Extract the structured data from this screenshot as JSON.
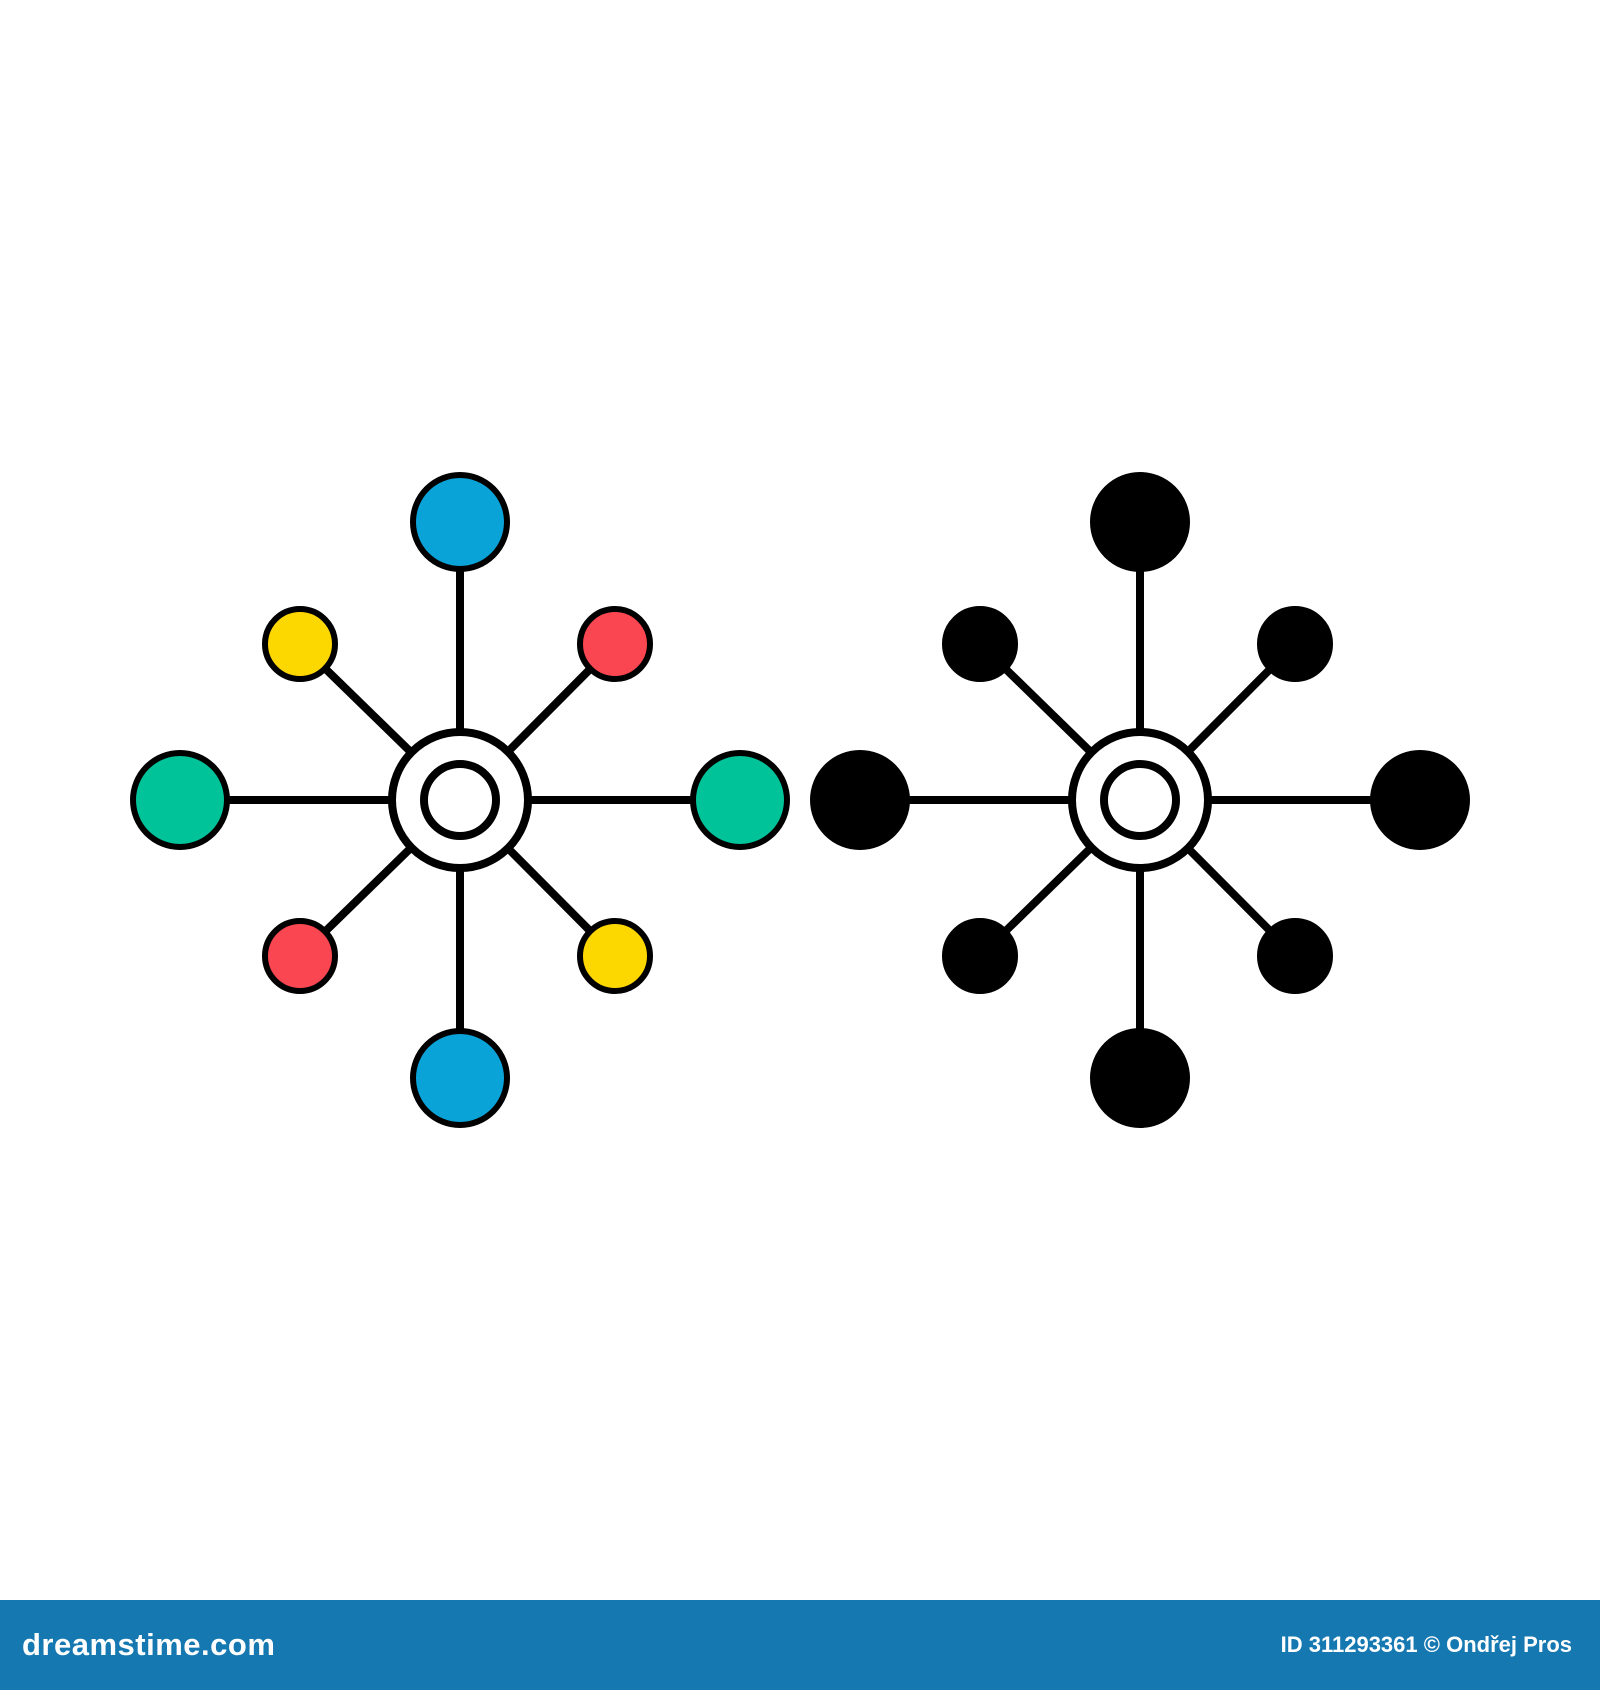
{
  "colors": {
    "background": "#ffffff",
    "stroke": "#000000",
    "hub_fill": "#ffffff",
    "blue": "#0aa3d8",
    "green": "#00c39a",
    "yellow": "#fdd700",
    "red": "#fa4650",
    "black": "#000000",
    "footer_bar": "#1578b1",
    "footer_text": "#ffffff"
  },
  "icons": [
    {
      "name": "network-hub-icon-colored",
      "style": "colored",
      "nodes": {
        "top": "blue",
        "bottom": "blue",
        "left": "green",
        "right": "green",
        "top_left": "yellow",
        "top_right": "red",
        "bottom_left": "red",
        "bottom_right": "yellow"
      }
    },
    {
      "name": "network-hub-icon-solid",
      "style": "solid",
      "nodes": {
        "top": "black",
        "bottom": "black",
        "left": "black",
        "right": "black",
        "top_left": "black",
        "top_right": "black",
        "bottom_left": "black",
        "bottom_right": "black"
      }
    }
  ],
  "footer": {
    "brand": "dreamstime.com",
    "credit": "ID 311293361 © Ondřej Pros"
  }
}
